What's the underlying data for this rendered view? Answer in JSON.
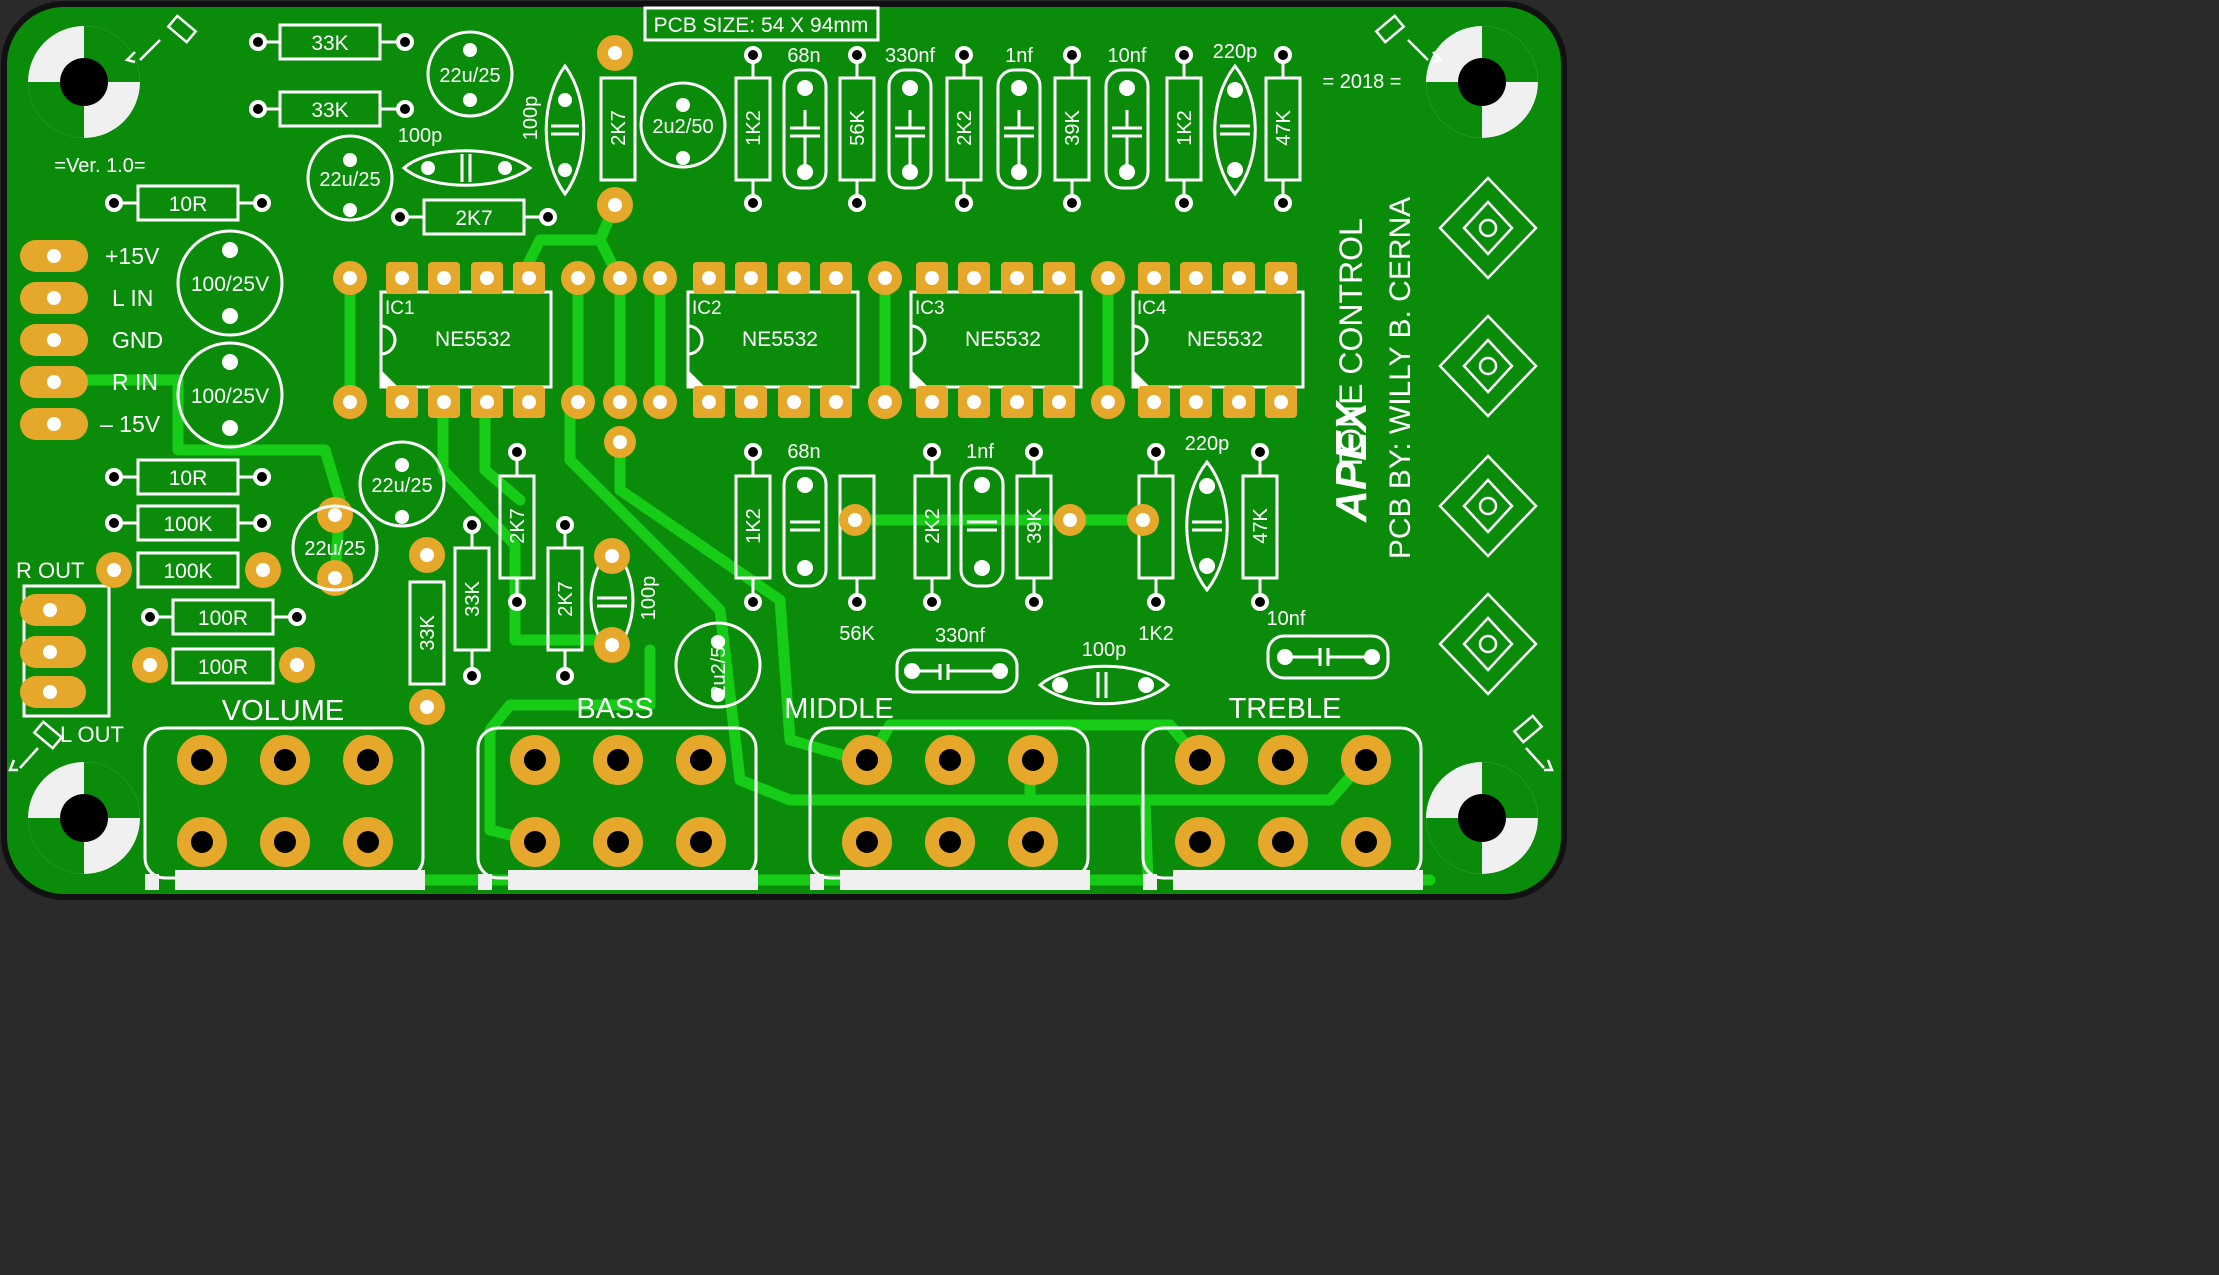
{
  "board": {
    "size_label": "PCB SIZE: 54 X 94mm",
    "version": "=Ver. 1.0=",
    "year": "= 2018 =",
    "brand": "APEX",
    "title": "TONE CONTROL",
    "credit": "PCB BY: WILLY B. CERNA"
  },
  "colors": {
    "board": "#0a8c0a",
    "trace": "#16cc16",
    "pad": "#e5a82a",
    "silk": "#ffffff",
    "hole": "#000000"
  },
  "connector_labels": [
    "+15V",
    "L IN",
    "GND",
    "R IN",
    "– 15V"
  ],
  "output_labels": {
    "r_out": "R OUT",
    "l_out": "L OUT"
  },
  "pot_labels": [
    "VOLUME",
    "BASS",
    "MIDDLE",
    "TREBLE"
  ],
  "ics": [
    {
      "ref": "IC1",
      "part": "NE5532"
    },
    {
      "ref": "IC2",
      "part": "NE5532"
    },
    {
      "ref": "IC3",
      "part": "NE5532"
    },
    {
      "ref": "IC4",
      "part": "NE5532"
    }
  ],
  "components": {
    "r_33k_a": "33K",
    "r_33k_b": "33K",
    "c_22u_top": "22u/25",
    "c_22u_mid": "22u/25",
    "c_100p_top": "100p",
    "c_100p_vert": "100p",
    "r_2k7_top_v": "2K7",
    "r_2k7_top_h": "2K7",
    "c_2u2_top": "2u2/50",
    "r_10r_a": "10R",
    "r_10r_b": "10R",
    "c_100_25_a": "100/25V",
    "c_100_25_b": "100/25V",
    "t_1k2_a": "1K2",
    "t_68n_a": "68n",
    "t_56k_a": "56K",
    "t_330nf_a": "330nf",
    "t_2k2_a": "2K2",
    "t_1nf_a": "1nf",
    "t_39k_a": "39K",
    "t_10nf_a": "10nf",
    "t_1k2_b": "1K2",
    "t_220p_a": "220p",
    "t_47k_a": "47K",
    "c_22u_c": "22u/25",
    "c_22u_d": "22u/25",
    "r_100k_a": "100K",
    "r_100k_b": "100K",
    "r_100r_a": "100R",
    "r_100r_b": "100R",
    "r_33k_c": "33K",
    "r_33k_d": "33K",
    "r_2k7_c": "2K7",
    "r_2k7_d": "2K7",
    "c_100p_c": "100p",
    "c_2u2_b": "2u2/50",
    "m_1k2": "1K2",
    "m_68n": "68n",
    "m_56k": "56K",
    "m_2k2": "2K2",
    "m_1nf": "1nf",
    "m_39k": "39K",
    "m_1k2_b": "1K2",
    "m_220p": "220p",
    "m_47k": "47K",
    "b_330nf": "330nf",
    "b_100p": "100p",
    "b_10nf": "10nf"
  }
}
